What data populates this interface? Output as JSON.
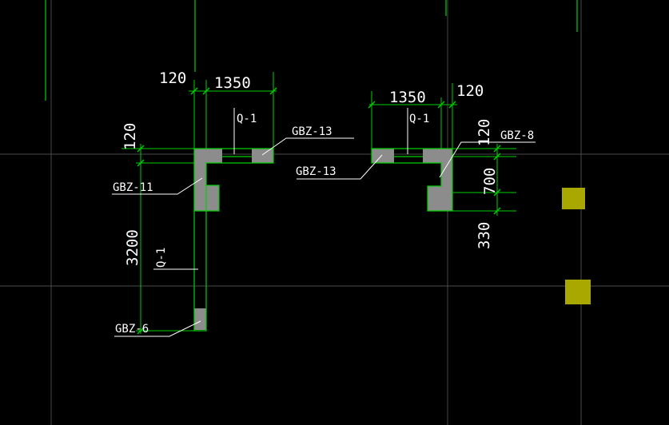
{
  "drawing": {
    "dimensions": {
      "top_left_offset": "120",
      "top_left_span": "1350",
      "top_right_span": "1350",
      "top_right_offset": "120",
      "left_vertical_offset": "120",
      "left_vertical_span": "3200",
      "right_vertical_offset": "120",
      "right_vertical_span_a": "700",
      "right_vertical_span_b": "330"
    },
    "labels": {
      "wall_q1_left": "Q-1",
      "wall_q1_right": "Q-1",
      "wall_q1_vertical": "Q-1",
      "gbz13_left": "GBZ-13",
      "gbz13_right": "GBZ-13",
      "gbz11": "GBZ-11",
      "gbz8": "GBZ-8",
      "gbz6": "GBZ-6"
    }
  },
  "colors": {
    "background": "#000000",
    "axis_line": "#4a4a4a",
    "wall_outline": "#00d000",
    "dimension_line": "#00d000",
    "column_fill": "#8c8c8c",
    "leader_line": "#ffffff",
    "text": "#ffffff",
    "marker_fill": "#a8a800"
  }
}
